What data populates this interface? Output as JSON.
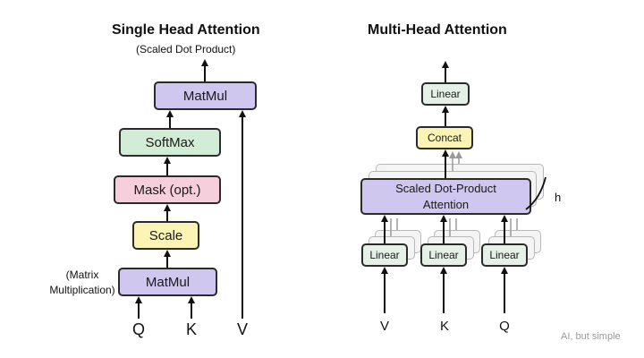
{
  "single_head": {
    "title": "Single Head Attention",
    "subtitle": "(Scaled Dot Product)",
    "annotation": "(Matrix Multiplication)",
    "boxes": {
      "matmul_top": "MatMul",
      "softmax": "SoftMax",
      "mask": "Mask (opt.)",
      "scale": "Scale",
      "matmul_bottom": "MatMul"
    },
    "inputs": {
      "q": "Q",
      "k": "K",
      "v": "V"
    }
  },
  "multi_head": {
    "title": "Multi-Head Attention",
    "boxes": {
      "linear_top": "Linear",
      "concat": "Concat",
      "attention_line1": "Scaled Dot-Product",
      "attention_line2": "Attention",
      "linear_v": "Linear",
      "linear_k": "Linear",
      "linear_q": "Linear"
    },
    "h_label": "h",
    "inputs": {
      "v": "V",
      "k": "K",
      "q": "Q"
    }
  },
  "watermark": "AI, but simple",
  "colors": {
    "matmul": "#cfc7ef",
    "softmax": "#d2ecd6",
    "mask": "#f7cfdc",
    "scale": "#fbf4b4",
    "linear": "#e5f1e6",
    "concat": "#fbf4b4",
    "attention": "#cfc7ef"
  }
}
